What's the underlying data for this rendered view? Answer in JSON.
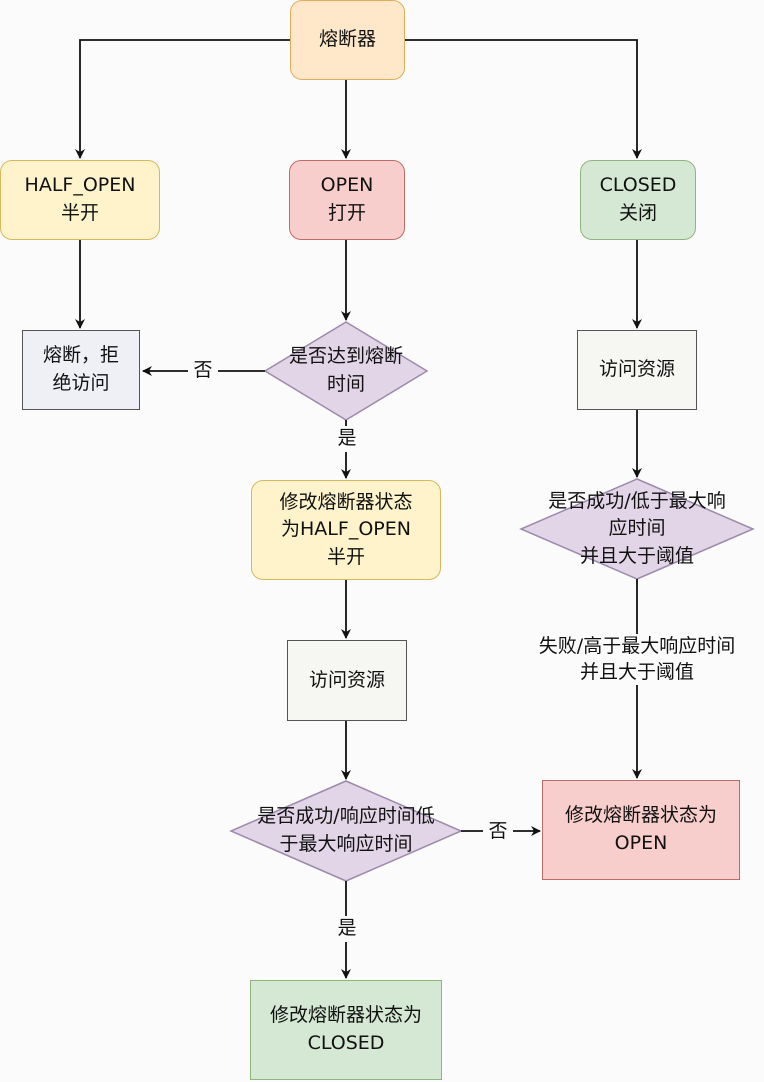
{
  "nodes": {
    "breaker": "熔断器",
    "half_open": "HALF_OPEN\n半开",
    "open": "OPEN\n打开",
    "closed": "CLOSED\n关闭",
    "reject": "熔断，拒\n绝访问",
    "check_time": "是否达到熔断\n时间",
    "set_half_open": "修改熔断器状态\n为HALF_OPEN\n半开",
    "access_mid": "访问资源",
    "check_half": "是否成功/响应时间低\n于最大响应时间",
    "set_closed": "修改熔断器状态为\nCLOSED",
    "access_right": "访问资源",
    "check_closed": "是否成功/低于最大响\n应时间\n并且大于阈值",
    "set_open": "修改熔断器状态为\nOPEN"
  },
  "edges": {
    "no_time": "否",
    "yes_time": "是",
    "no_half": "否",
    "yes_half": "是",
    "fail_closed": "失败/高于最大响应时间\n并且大于阈值"
  },
  "colors": {
    "orange": "#ffe8c9",
    "yellow": "#fff3cc",
    "red": "#f8cecc",
    "green": "#d5e8d4",
    "purple": "#e1d5e7"
  }
}
